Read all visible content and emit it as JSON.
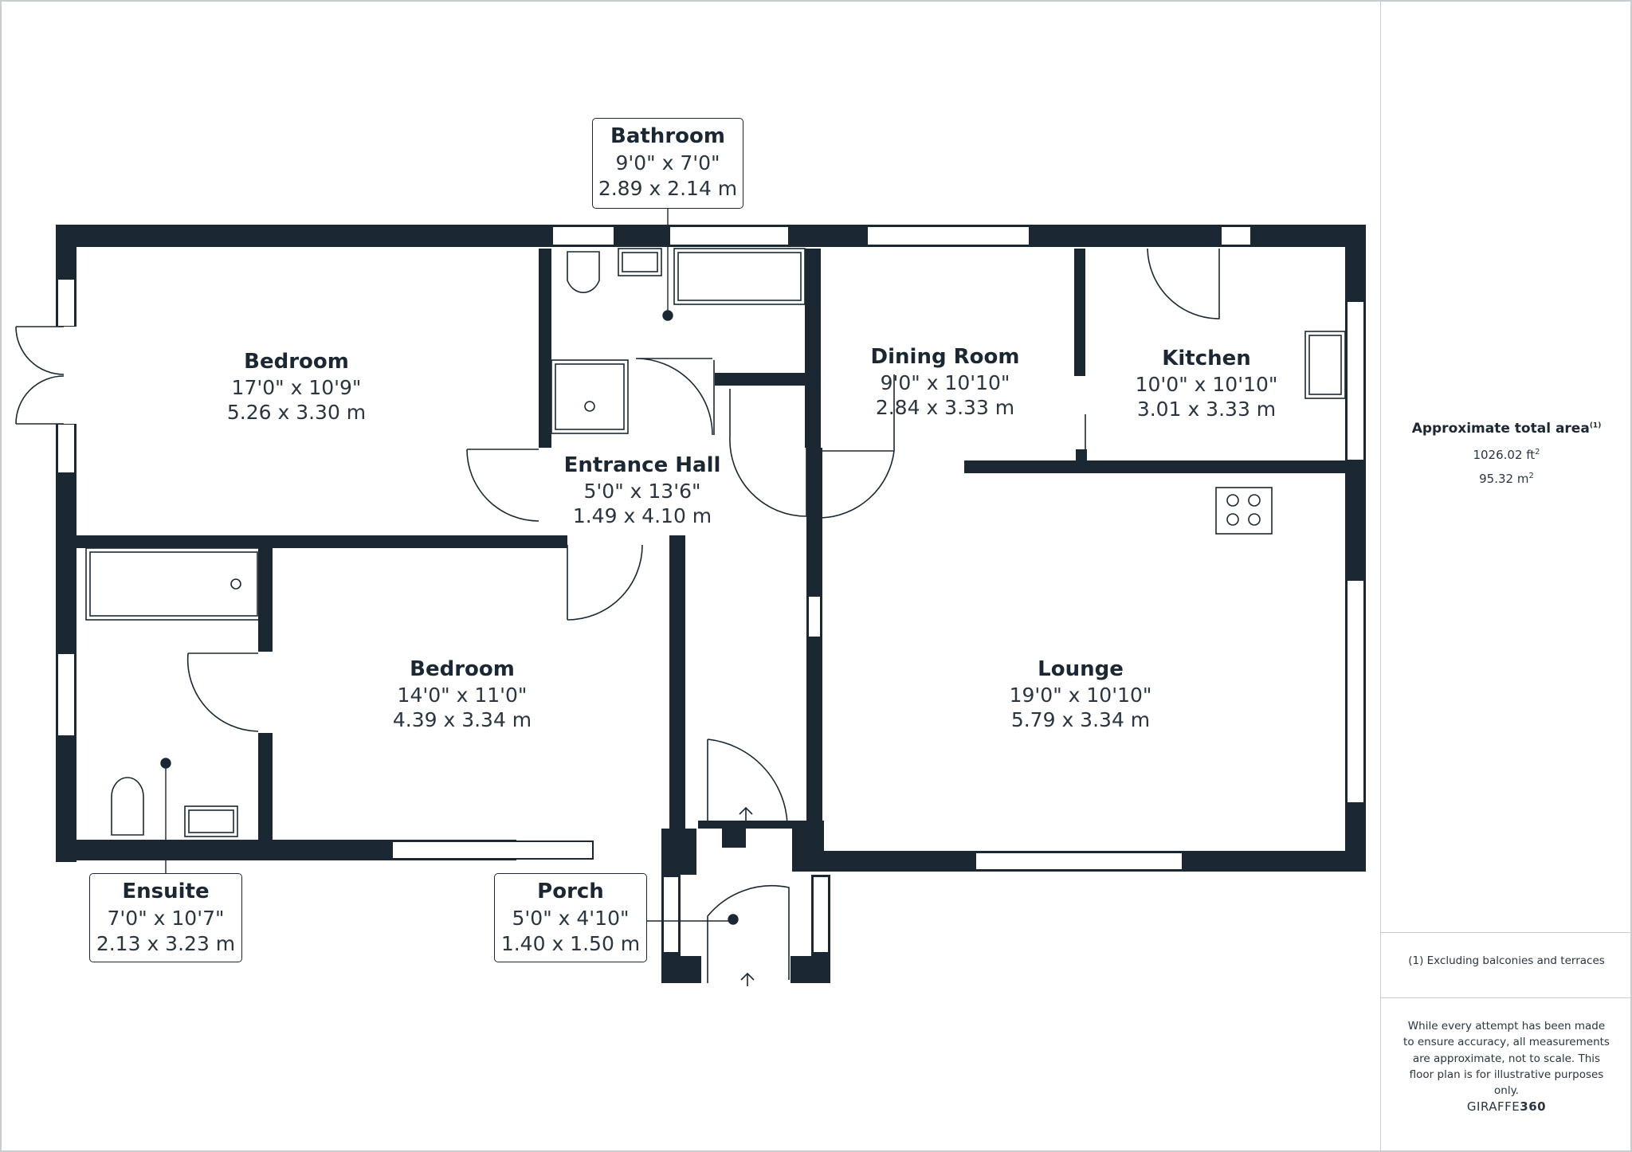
{
  "rooms": {
    "bedroom_main": {
      "name": "Bedroom",
      "imperial": "17'0\" x 10'9\"",
      "metric": "5.26 x 3.30 m"
    },
    "bathroom": {
      "name": "Bathroom",
      "imperial": "9'0\" x 7'0\"",
      "metric": "2.89 x 2.14 m"
    },
    "entrance_hall": {
      "name": "Entrance Hall",
      "imperial": "5'0\" x 13'6\"",
      "metric": "1.49 x 4.10 m"
    },
    "dining_room": {
      "name": "Dining Room",
      "imperial": "9'0\" x 10'10\"",
      "metric": "2.84 x 3.33 m"
    },
    "kitchen": {
      "name": "Kitchen",
      "imperial": "10'0\" x 10'10\"",
      "metric": "3.01 x 3.33 m"
    },
    "bedroom_second": {
      "name": "Bedroom",
      "imperial": "14'0\" x 11'0\"",
      "metric": "4.39 x 3.34 m"
    },
    "lounge": {
      "name": "Lounge",
      "imperial": "19'0\" x 10'10\"",
      "metric": "5.79 x 3.34 m"
    },
    "ensuite": {
      "name": "Ensuite",
      "imperial": "7'0\" x 10'7\"",
      "metric": "2.13 x 3.23 m"
    },
    "porch": {
      "name": "Porch",
      "imperial": "5'0\" x 4'10\"",
      "metric": "1.40 x 1.50 m"
    }
  },
  "summary": {
    "title": "Approximate total area",
    "title_superscript": "(1)",
    "area_ft": "1026.02 ft",
    "area_ft_unit_sup": "2",
    "area_m": "95.32 m",
    "area_m_unit_sup": "2",
    "footnote": "(1) Excluding balconies and terraces",
    "disclaimer": "While every attempt has been made to ensure accuracy, all measurements are approximate, not to scale. This floor plan is for illustrative purposes only.",
    "brand_prefix": "GIRAFFE",
    "brand_suffix": "360"
  },
  "colors": {
    "wall": "#1b2833",
    "window": "#ffffff",
    "fixture_stroke": "#1b2833",
    "panel_border": "#c8cdd2"
  }
}
